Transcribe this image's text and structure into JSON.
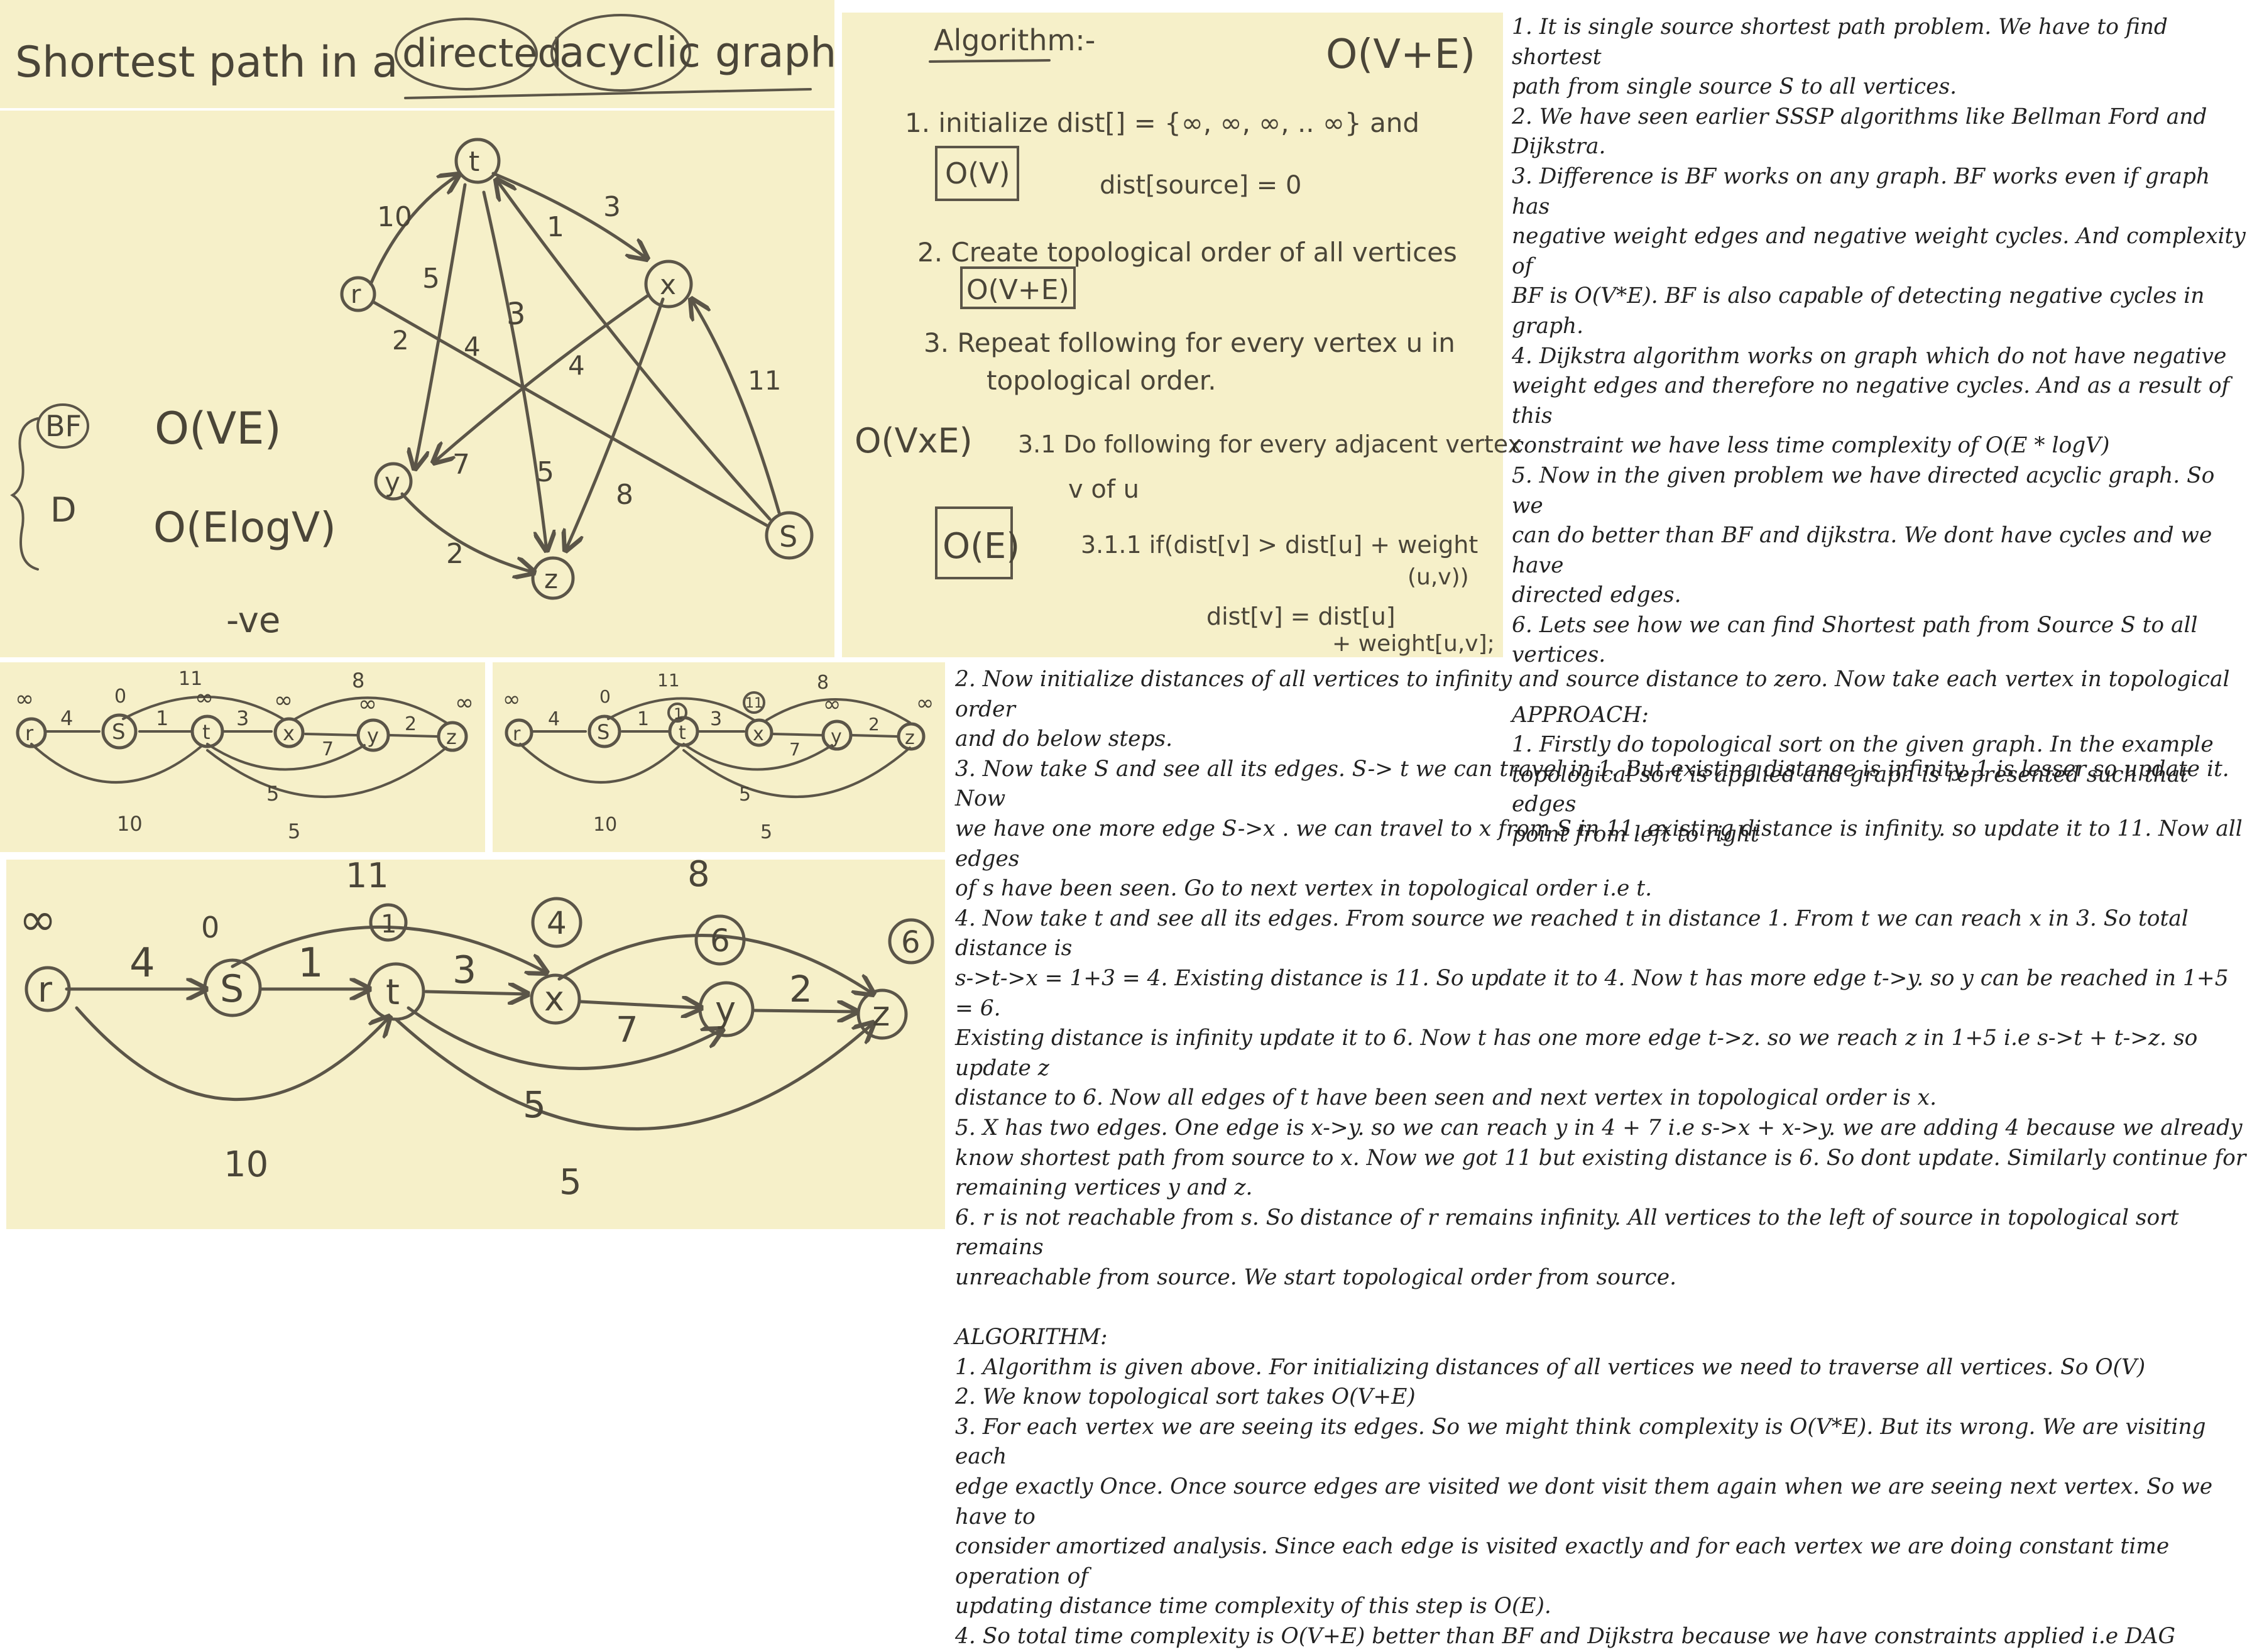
{
  "title_panel": {
    "title_prefix": "Shortest path in a",
    "word_directed": "directed",
    "word_acyclic": "acyclic",
    "word_graph": "graph"
  },
  "graph_panel": {
    "nodes": [
      "t",
      "x",
      "r",
      "y",
      "z",
      "S"
    ],
    "edge_weights": [
      "10",
      "5",
      "1",
      "3",
      "3",
      "2",
      "4",
      "4",
      "11",
      "7",
      "5",
      "8",
      "2"
    ],
    "bf_label": "BF",
    "bf_complexity": "O(VE)",
    "d_label": "D",
    "d_complexity": "O(ElogV)",
    "d_note": "-ve"
  },
  "algo_panel": {
    "heading": "Algorithm:-",
    "overall": "O(V+E)",
    "s1": "1. initialize  dist[] = {∞, ∞, ∞, .. ∞} and",
    "s1b": "dist[source] = 0",
    "c1": "O(V)",
    "s2": "2. Create topological order of all vertices",
    "c2": "O(V+E)",
    "s3": "3. Repeat following for every vertex u in",
    "s3b": "topological order.",
    "side": "O(VxE)",
    "s31": "3.1  Do following for every adjacent vertex",
    "s31b": "v of u",
    "c3": "O(E)",
    "s311": "3.1.1  if(dist[v] > dist[u] + weight",
    "s311b": "(u,v))",
    "s311c": "dist[v] = dist[u]",
    "s311d": "+ weight[u,v];"
  },
  "topo": {
    "nodes": [
      "r",
      "S",
      "t",
      "x",
      "y",
      "z"
    ],
    "forward_weights": [
      "4",
      "1",
      "3",
      "7",
      "2"
    ],
    "arc_weights": [
      "11",
      "8",
      "5",
      "10",
      "5"
    ],
    "dist_left": [
      "∞",
      "0",
      "∞",
      "∞",
      "∞",
      "∞"
    ],
    "dist_mid": [
      "∞",
      "0",
      "1",
      "11",
      "∞",
      "∞"
    ],
    "dist_big": [
      "∞",
      "0",
      "1",
      "4",
      "6",
      "6"
    ]
  },
  "notes_top": [
    "1. It is single source shortest path problem. We have to find shortest",
    "path from single source S to all vertices.",
    "2. We have seen earlier SSSP algorithms like Bellman Ford and",
    "Dijkstra.",
    "3. Difference is BF works on any graph. BF works even if graph has",
    "negative weight edges and negative weight cycles. And complexity of",
    "BF is O(V*E). BF is also capable of detecting negative cycles in",
    "graph.",
    "4. Dijkstra algorithm works on graph which do not have negative",
    "weight edges and therefore no negative cycles. And as a result of this",
    "constraint we have less time complexity of O(E * logV)",
    "5. Now in the given problem we have directed acyclic graph. So we",
    "can do better than BF and dijkstra. We dont have cycles and we have",
    "directed edges.",
    "6. Lets see how we can find Shortest path from Source S to all",
    "vertices.",
    "",
    "APPROACH:",
    "1. Firstly do topological sort on the given graph. In the example",
    "topological sort is applied and graph is represented such that edges",
    "point from left to right"
  ],
  "notes_bottom": [
    "2. Now initialize distances of all vertices to infinity and source distance to zero. Now take each vertex in topological order",
    "and do below steps.",
    "3. Now take S and see all its edges. S-> t we can travel in 1. But existing distance is infinity. 1 is lesser so update it. Now",
    "we have one more edge S->x . we can travel  to x from S in 11. existing distance is infinity. so update it to 11. Now all edges",
    "of s have been seen. Go to next vertex in topological order i.e t.",
    "4. Now take t and see all its edges. From source we reached t in distance 1. From t we can reach x in 3. So total distance is",
    "s->t->x = 1+3 = 4. Existing distance is 11. So update it to 4. Now t has more edge t->y. so y can be reached in 1+5 = 6.",
    "Existing distance is infinity update it to 6. Now t has one more edge t->z. so we reach z in 1+5 i.e s->t + t->z. so update z",
    "distance to 6. Now all edges of t have been seen and next vertex in topological order is x.",
    "5. X has two edges. One edge is x->y. so we can reach y in 4 + 7 i.e s->x +  x->y. we are adding 4 because we already",
    "know shortest path from source to x. Now we got 11 but existing distance is 6. So dont update. Similarly continue for",
    "remaining vertices y and z.",
    "6. r is not reachable from s. So distance of r remains infinity. All vertices to the left of source in topological sort remains",
    "unreachable from source. We start topological order from source.",
    "",
    "ALGORITHM:",
    "1. Algorithm is given above. For initializing distances of all vertices we need to traverse all vertices. So O(V)",
    "2. We know topological sort takes O(V+E)",
    "3. For each vertex we are seeing its edges. So we might think complexity is O(V*E). But its wrong. We are visiting each",
    "edge exactly Once. Once source edges are visited we dont visit them again when we are seeing next vertex. So we have to",
    "consider amortized analysis. Since each edge is visited exactly and for each vertex we are doing constant time operation of",
    "updating distance time complexity of this step is O(E).",
    "4. So total time complexity is O(V+E) better than BF and Dijkstra because we have constraints applied i.e DAG"
  ]
}
